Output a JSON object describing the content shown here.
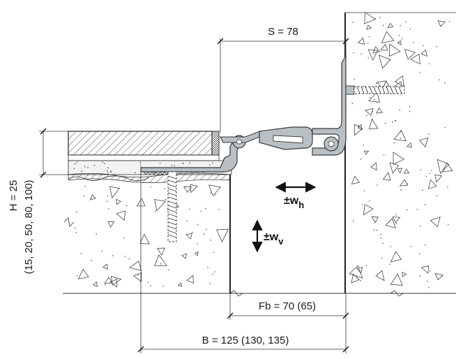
{
  "dimensions": {
    "gap_width": "S = 78",
    "height_main": "H = 25",
    "height_options": "(15, 20, 50, 80, 100)",
    "fb_width": "Fb = 70 (65)",
    "base_width": "B = 125 (130, 135)"
  },
  "movements": {
    "horizontal_symbol": "±w",
    "horizontal_sub": "h",
    "vertical_symbol": "±w",
    "vertical_sub": "v"
  },
  "colors": {
    "profile_fill": "#b9c0c4",
    "profile_stroke": "#3a3a3a",
    "concrete_dot": "#555555",
    "line": "#222222"
  }
}
